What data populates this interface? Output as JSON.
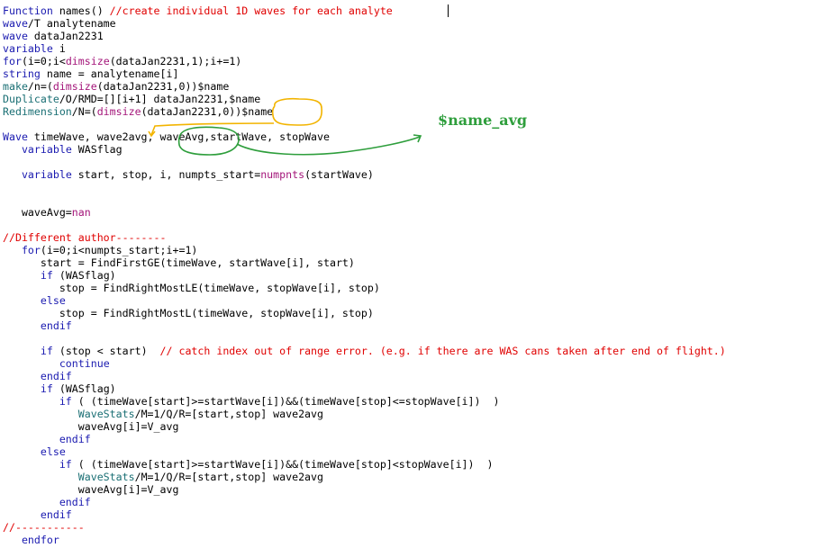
{
  "code": {
    "l01": [
      {
        "t": "Function",
        "c": "kw"
      },
      {
        "t": " names() "
      },
      {
        "t": "//create individual 1D waves for each analyte",
        "c": "cm"
      }
    ],
    "l02": [
      {
        "t": "wave",
        "c": "kw"
      },
      {
        "t": "/T analytename"
      }
    ],
    "l03": [
      {
        "t": "wave",
        "c": "kw"
      },
      {
        "t": " dataJan2231"
      }
    ],
    "l04": [
      {
        "t": "variable",
        "c": "kw"
      },
      {
        "t": " i"
      }
    ],
    "l05": [
      {
        "t": "for",
        "c": "kw"
      },
      {
        "t": "(i=0;i<"
      },
      {
        "t": "dimsize",
        "c": "fn"
      },
      {
        "t": "(dataJan2231,1);i+=1)"
      }
    ],
    "l06": [
      {
        "t": "string",
        "c": "kw"
      },
      {
        "t": " name = analytename[i]"
      }
    ],
    "l07": [
      {
        "t": "make",
        "c": "op"
      },
      {
        "t": "/n=("
      },
      {
        "t": "dimsize",
        "c": "fn"
      },
      {
        "t": "(dataJan2231,0))$name"
      }
    ],
    "l08": [
      {
        "t": "Duplicate",
        "c": "op"
      },
      {
        "t": "/O/RMD=[][i+1] dataJan2231,$name"
      }
    ],
    "l09": [
      {
        "t": "Redimension",
        "c": "op"
      },
      {
        "t": "/N=("
      },
      {
        "t": "dimsize",
        "c": "fn"
      },
      {
        "t": "(dataJan2231,0))$name"
      }
    ],
    "l11": [
      {
        "t": "Wave",
        "c": "kw"
      },
      {
        "t": " timeWave, wave2avg, waveAvg,startWave, stopWave"
      }
    ],
    "l12": [
      {
        "t": "   "
      },
      {
        "t": "variable",
        "c": "kw"
      },
      {
        "t": " WASflag"
      }
    ],
    "l14": [
      {
        "t": "   "
      },
      {
        "t": "variable",
        "c": "kw"
      },
      {
        "t": " start, stop, i, numpts_start="
      },
      {
        "t": "numpnts",
        "c": "fn"
      },
      {
        "t": "(startWave)"
      }
    ],
    "l17": [
      {
        "t": "   waveAvg="
      },
      {
        "t": "nan",
        "c": "nm"
      }
    ],
    "l19": [
      {
        "t": "//Different author--------",
        "c": "cm"
      }
    ],
    "l20": [
      {
        "t": "   "
      },
      {
        "t": "for",
        "c": "kw"
      },
      {
        "t": "(i=0;i<numpts_start;i+=1)"
      }
    ],
    "l21": [
      {
        "t": "      start = FindFirstGE(timeWave, startWave[i], start)"
      }
    ],
    "l22": [
      {
        "t": "      "
      },
      {
        "t": "if",
        "c": "kw"
      },
      {
        "t": " (WASflag)"
      }
    ],
    "l23": [
      {
        "t": "         stop = FindRightMostLE(timeWave, stopWave[i], stop)"
      }
    ],
    "l24": [
      {
        "t": "      "
      },
      {
        "t": "else",
        "c": "kw"
      }
    ],
    "l25": [
      {
        "t": "         stop = FindRightMostL(timeWave, stopWave[i], stop)"
      }
    ],
    "l26": [
      {
        "t": "      "
      },
      {
        "t": "endif",
        "c": "kw"
      }
    ],
    "l28": [
      {
        "t": "      "
      },
      {
        "t": "if",
        "c": "kw"
      },
      {
        "t": " (stop < start)  "
      },
      {
        "t": "// catch index out of range error. (e.g. if there are WAS cans taken after end of flight.)",
        "c": "cm"
      }
    ],
    "l29": [
      {
        "t": "         "
      },
      {
        "t": "continue",
        "c": "kw"
      }
    ],
    "l30": [
      {
        "t": "      "
      },
      {
        "t": "endif",
        "c": "kw"
      }
    ],
    "l31": [
      {
        "t": "      "
      },
      {
        "t": "if",
        "c": "kw"
      },
      {
        "t": " (WASflag)"
      }
    ],
    "l32": [
      {
        "t": "         "
      },
      {
        "t": "if",
        "c": "kw"
      },
      {
        "t": " ( (timeWave[start]>=startWave[i])&&(timeWave[stop]<=stopWave[i])  )"
      }
    ],
    "l33": [
      {
        "t": "            "
      },
      {
        "t": "WaveStats",
        "c": "op"
      },
      {
        "t": "/M=1/Q/R=[start,stop] wave2avg"
      }
    ],
    "l34": [
      {
        "t": "            waveAvg[i]=V_avg"
      }
    ],
    "l35": [
      {
        "t": "         "
      },
      {
        "t": "endif",
        "c": "kw"
      }
    ],
    "l36": [
      {
        "t": "      "
      },
      {
        "t": "else",
        "c": "kw"
      }
    ],
    "l37": [
      {
        "t": "         "
      },
      {
        "t": "if",
        "c": "kw"
      },
      {
        "t": " ( (timeWave[start]>=startWave[i])&&(timeWave[stop]<stopWave[i])  )"
      }
    ],
    "l38": [
      {
        "t": "            "
      },
      {
        "t": "WaveStats",
        "c": "op"
      },
      {
        "t": "/M=1/Q/R=[start,stop] wave2avg"
      }
    ],
    "l39": [
      {
        "t": "            waveAvg[i]=V_avg"
      }
    ],
    "l40": [
      {
        "t": "         "
      },
      {
        "t": "endif",
        "c": "kw"
      }
    ],
    "l41": [
      {
        "t": "      "
      },
      {
        "t": "endif",
        "c": "kw"
      }
    ],
    "l42": [
      {
        "t": "//-----------",
        "c": "cm"
      }
    ],
    "l43": [
      {
        "t": "   "
      },
      {
        "t": "endfor",
        "c": "kw"
      }
    ]
  },
  "annotation": {
    "label": "$name_avg",
    "label_color": "#2e9e3c",
    "circle_color_yellow": "#f2b400",
    "circle_color_green": "#2e9e3c"
  },
  "syntax_colors": {
    "keyword": "#1a1ab0",
    "function": "#a4167a",
    "operation": "#1a6f74",
    "comment": "#e00000",
    "text": "#000000"
  }
}
